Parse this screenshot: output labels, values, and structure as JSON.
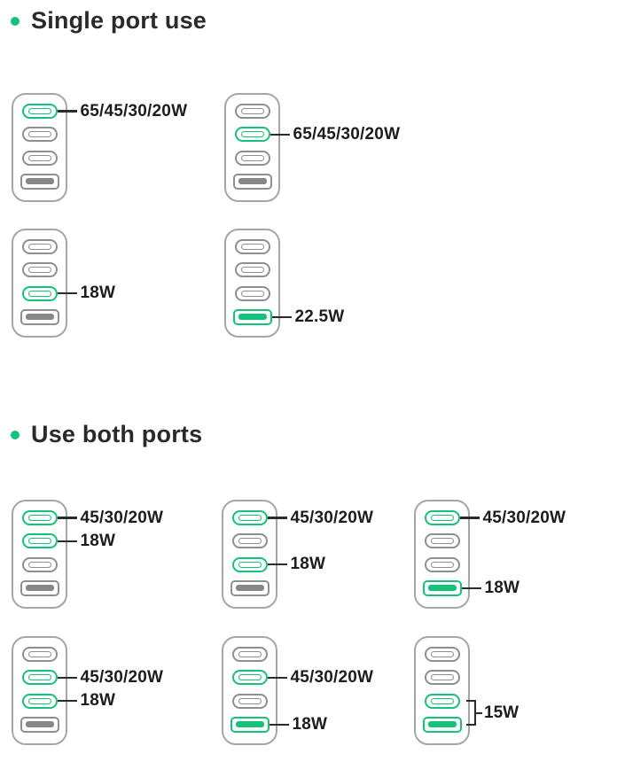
{
  "colors": {
    "accent_green": "#14c27a",
    "port_gray": "#8f8f8f",
    "charger_outline_gray": "#a6a6a6",
    "label_text": "#1d1d1d",
    "connector_line": "#2b2b2b",
    "background": "#ffffff"
  },
  "sections": [
    {
      "id": "single-port-use",
      "title": "Single port use",
      "rows": [
        {
          "chargers": [
            {
              "ports": [
                {
                  "type": "usb-c",
                  "active": true,
                  "label": "65/45/30/20W"
                },
                {
                  "type": "usb-c",
                  "active": false
                },
                {
                  "type": "usb-c",
                  "active": false
                },
                {
                  "type": "usb-a",
                  "active": false
                }
              ]
            },
            {
              "ports": [
                {
                  "type": "usb-c",
                  "active": false
                },
                {
                  "type": "usb-c",
                  "active": true,
                  "label": "65/45/30/20W"
                },
                {
                  "type": "usb-c",
                  "active": false
                },
                {
                  "type": "usb-a",
                  "active": false
                }
              ]
            }
          ]
        },
        {
          "chargers": [
            {
              "ports": [
                {
                  "type": "usb-c",
                  "active": false
                },
                {
                  "type": "usb-c",
                  "active": false
                },
                {
                  "type": "usb-c",
                  "active": true,
                  "label": "18W"
                },
                {
                  "type": "usb-a",
                  "active": false
                }
              ]
            },
            {
              "ports": [
                {
                  "type": "usb-c",
                  "active": false
                },
                {
                  "type": "usb-c",
                  "active": false
                },
                {
                  "type": "usb-c",
                  "active": false
                },
                {
                  "type": "usb-a",
                  "active": true,
                  "label": "22.5W"
                }
              ]
            }
          ]
        }
      ]
    },
    {
      "id": "use-both-ports",
      "title": "Use both ports",
      "rows": [
        {
          "chargers": [
            {
              "ports": [
                {
                  "type": "usb-c",
                  "active": true,
                  "label": "45/30/20W"
                },
                {
                  "type": "usb-c",
                  "active": true,
                  "label": "18W"
                },
                {
                  "type": "usb-c",
                  "active": false
                },
                {
                  "type": "usb-a",
                  "active": false
                }
              ]
            },
            {
              "ports": [
                {
                  "type": "usb-c",
                  "active": true,
                  "label": "45/30/20W"
                },
                {
                  "type": "usb-c",
                  "active": false
                },
                {
                  "type": "usb-c",
                  "active": true,
                  "label": "18W"
                },
                {
                  "type": "usb-a",
                  "active": false
                }
              ]
            },
            {
              "ports": [
                {
                  "type": "usb-c",
                  "active": true,
                  "label": "45/30/20W"
                },
                {
                  "type": "usb-c",
                  "active": false
                },
                {
                  "type": "usb-c",
                  "active": false
                },
                {
                  "type": "usb-a",
                  "active": true,
                  "label": "18W"
                }
              ]
            }
          ]
        },
        {
          "chargers": [
            {
              "ports": [
                {
                  "type": "usb-c",
                  "active": false
                },
                {
                  "type": "usb-c",
                  "active": true,
                  "label": "45/30/20W"
                },
                {
                  "type": "usb-c",
                  "active": true,
                  "label": "18W"
                },
                {
                  "type": "usb-a",
                  "active": false
                }
              ]
            },
            {
              "ports": [
                {
                  "type": "usb-c",
                  "active": false
                },
                {
                  "type": "usb-c",
                  "active": true,
                  "label": "45/30/20W"
                },
                {
                  "type": "usb-c",
                  "active": false
                },
                {
                  "type": "usb-a",
                  "active": true,
                  "label": "18W"
                }
              ]
            },
            {
              "ports": [
                {
                  "type": "usb-c",
                  "active": false
                },
                {
                  "type": "usb-c",
                  "active": false
                },
                {
                  "type": "usb-c",
                  "active": true
                },
                {
                  "type": "usb-a",
                  "active": true
                }
              ],
              "bracket": {
                "label": "15W",
                "from_port": 3,
                "to_port": 4
              }
            }
          ]
        }
      ]
    }
  ]
}
